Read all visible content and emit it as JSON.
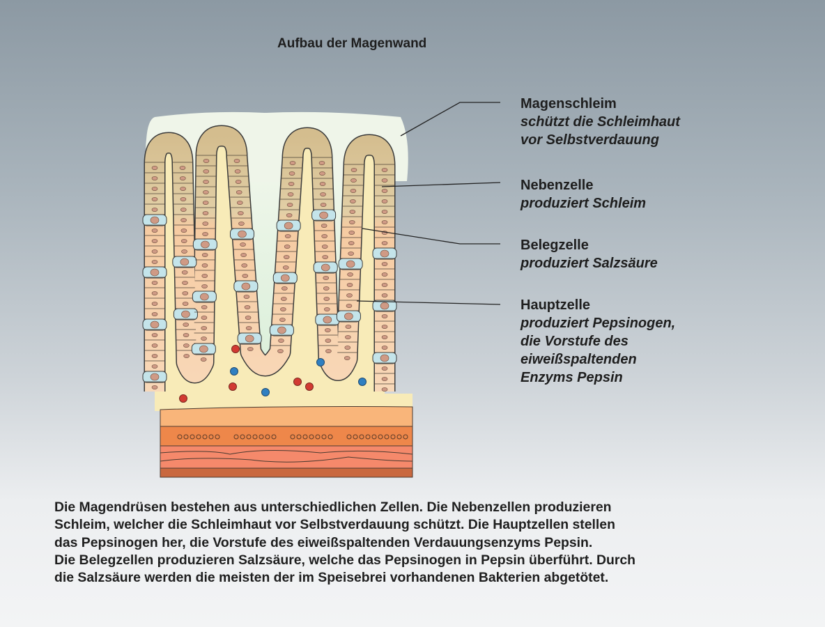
{
  "title": "Aufbau der Magenwand",
  "labels": [
    {
      "heading": "Magenschleim",
      "lines": [
        "schützt die Schleimhaut",
        "vor Selbstverdauung"
      ]
    },
    {
      "heading": "Nebenzelle",
      "lines": [
        "produziert Schleim"
      ]
    },
    {
      "heading": "Belegzelle",
      "lines": [
        "produziert Salzsäure"
      ]
    },
    {
      "heading": "Hauptzelle",
      "lines": [
        "produziert Pepsinogen,",
        "die Vorstufe des",
        "eiweißspaltenden",
        "Enzyms Pepsin"
      ]
    }
  ],
  "description": [
    "Die Magendrüsen bestehen aus unterschiedlichen Zellen. Die Nebenzellen produzieren",
    "Schleim, welcher die Schleimhaut vor Selbstverdauung schützt. Die Hauptzellen stellen",
    "das Pepsinogen her, die Vorstufe des eiweißspaltenden Verdauungsenzyms Pepsin.",
    "Die Belegzellen produzieren Salzsäure, welche das Pepsinogen in Pepsin überführt. Durch",
    "die Salzsäure werden die meisten der im Speisebrei vorhandenen Bakterien abgetötet."
  ],
  "colors": {
    "mucus": "#eef5ea",
    "lamina": "#f8eab4",
    "neck_cell": "#d8c396",
    "chief_cell": "#f6c9a0",
    "parietal_cell": "#c4e4ea",
    "nucleus": "#cf9a85"
  }
}
